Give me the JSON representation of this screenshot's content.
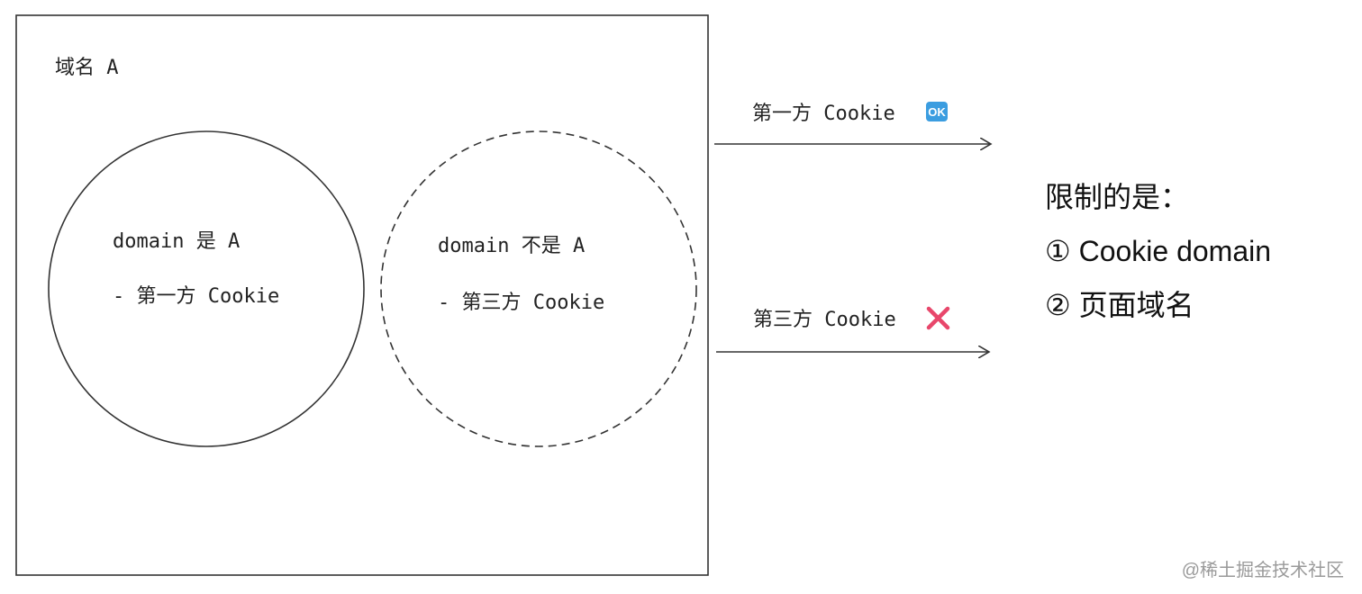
{
  "domain_box": {
    "title": "域名 A"
  },
  "first_party_circle": {
    "line1": "domain 是 A",
    "line2": "- 第一方 Cookie"
  },
  "third_party_circle": {
    "line1": "domain 不是 A",
    "line2": "- 第三方 Cookie"
  },
  "arrows": {
    "first_party_label": "第一方 Cookie",
    "first_party_badge": "OK",
    "third_party_label": "第三方 Cookie",
    "third_party_badge_icon": "cross-mark-icon"
  },
  "restriction": {
    "heading": "限制的是：",
    "item1": "① Cookie domain",
    "item2": "② 页面域名"
  },
  "watermark": "@稀土掘金技术社区",
  "colors": {
    "stroke": "#333333",
    "ok_badge": "#3b9de0",
    "cross": "#e8476b"
  }
}
